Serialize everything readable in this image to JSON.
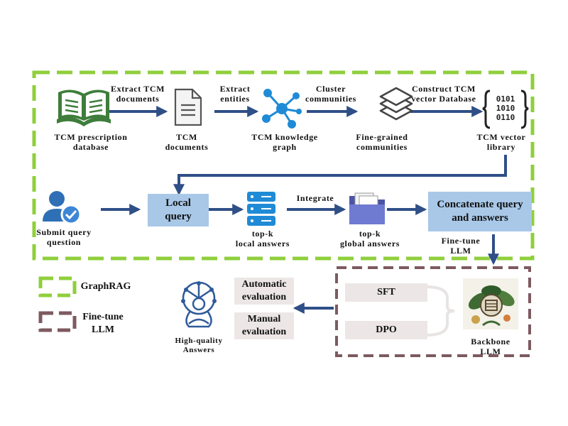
{
  "row1": {
    "arrow_labels": [
      "Extract TCM\ndocuments",
      "Extract\nentities",
      "Cluster\ncommunities",
      "Construct TCM\nvector Database"
    ],
    "nodes": [
      "TCM prescription\ndatabase",
      "TCM\ndocuments",
      "TCM knowledge\ngraph",
      "Fine-grained\ncommunities",
      "TCM vector\nlibrary"
    ]
  },
  "row2": {
    "submit_label": "Submit query\nquestion",
    "local_query": "Local\nquery",
    "local_answers": "top-k\nlocal answers",
    "integrate": "Integrate",
    "global_answers": "top-k\nglobal answers",
    "concatenate": "Concatenate query\nand answers",
    "finetune_arrow": "Fine-tune\nLLM"
  },
  "row3": {
    "sft": "SFT",
    "dpo": "DPO",
    "backbone": "Backbone\nLLM",
    "automatic": "Automatic\nevaluation",
    "manual": "Manual\nevaluation",
    "high_quality": "High-quality\nAnswers"
  },
  "legend": {
    "graphrag": "GraphRAG",
    "finetune": "Fine-tune\nLLM"
  },
  "colors": {
    "graphrag_border": "#8fcf3c",
    "finetune_border": "#7d5a60",
    "arrow": "#2f4f87",
    "book_green": "#3e7d3b",
    "icon_blue": "#1f8bd6",
    "box_blue": "#a9c8e8",
    "box_gray": "#ece7e6"
  }
}
